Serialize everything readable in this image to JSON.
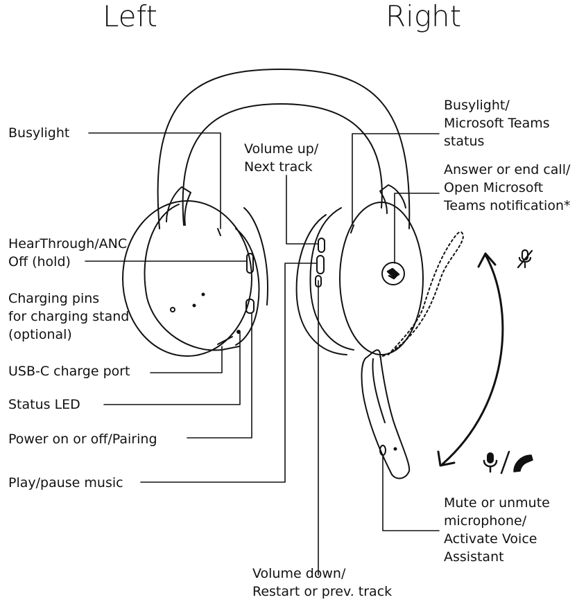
{
  "titles": {
    "left": "Left",
    "right": "Right"
  },
  "labels": {
    "busylight_left": "Busylight",
    "hearthrough": "HearThrough/ANC\nOff (hold)",
    "charging_pins": "Charging pins\nfor charging stand\n(optional)",
    "usbc": "USB-C charge port",
    "status_led": "Status LED",
    "power": "Power on or off/Pairing",
    "play_pause": "Play/pause music",
    "volume_up": "Volume up/\nNext track",
    "volume_down": "Volume down/\nRestart or prev. track",
    "busylight_right": "Busylight/\nMicrosoft Teams\nstatus",
    "answer_call": "Answer or end call/\nOpen Microsoft\nTeams notification*",
    "mute": "Mute or unmute\nmicrophone/\nActivate Voice\nAssistant"
  },
  "icons": [
    "teams-logo-icon",
    "muted-mic-icon",
    "mic-icon",
    "phone-icon",
    "double-arrow-icon"
  ]
}
